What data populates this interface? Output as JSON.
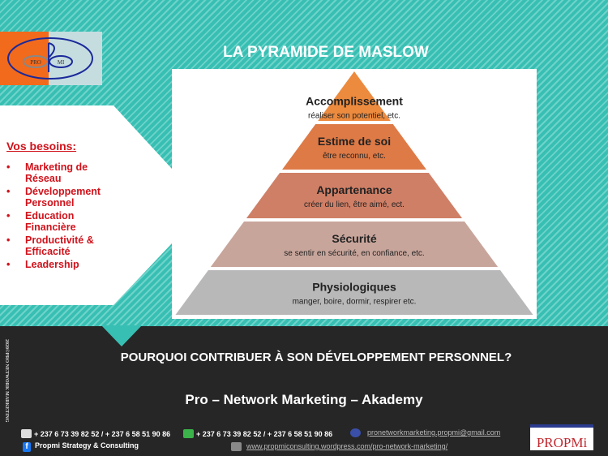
{
  "logo": {
    "text_left": "PRO",
    "text_right": "MI"
  },
  "title": "LA PYRAMIDE DE MASLOW",
  "needs": {
    "heading": "Vos besoins:",
    "items": [
      "Marketing de Réseau",
      "Développement Personnel",
      "Education Financière",
      "Productivité & Efficacité",
      "Leadership"
    ]
  },
  "pyramid": [
    {
      "title": "Accomplissement",
      "sub": "réaliser son potentiel, etc.",
      "color": "#ec8a3e"
    },
    {
      "title": "Estime de soi",
      "sub": "être reconnu, etc.",
      "color": "#de7a46"
    },
    {
      "title": "Appartenance",
      "sub": "créer du lien, être aimé, ect.",
      "color": "#cf7f66"
    },
    {
      "title": "Sécurité",
      "sub": "se sentir en sécurité, en confiance, etc.",
      "color": "#c8a59b"
    },
    {
      "title": "Physiologiques",
      "sub": "manger, boire, dormir, respirer etc.",
      "color": "#b8b8b8"
    }
  ],
  "footer": {
    "question": "POURQUOI CONTRIBUER À SON DÉVELOPPEMENT PERSONNEL?",
    "academy": "Pro – Network Marketing – Akademy",
    "vertical": "2020©PRO NETWORK MARKETING",
    "phone": "+ 237 6 73 39 82 52 / + 237 6 58 51 90 86",
    "whatsapp": "+ 237 6 73 39 82 52 / + 237 6 58 51 90 86",
    "email": "pronetworkmarketing.propmi@gmail.com",
    "facebook": "Propmi Strategy & Consulting",
    "website": "www.propmiconsulting.wordpress.com/pro-network-marketing/",
    "brand": "PROPMi"
  }
}
